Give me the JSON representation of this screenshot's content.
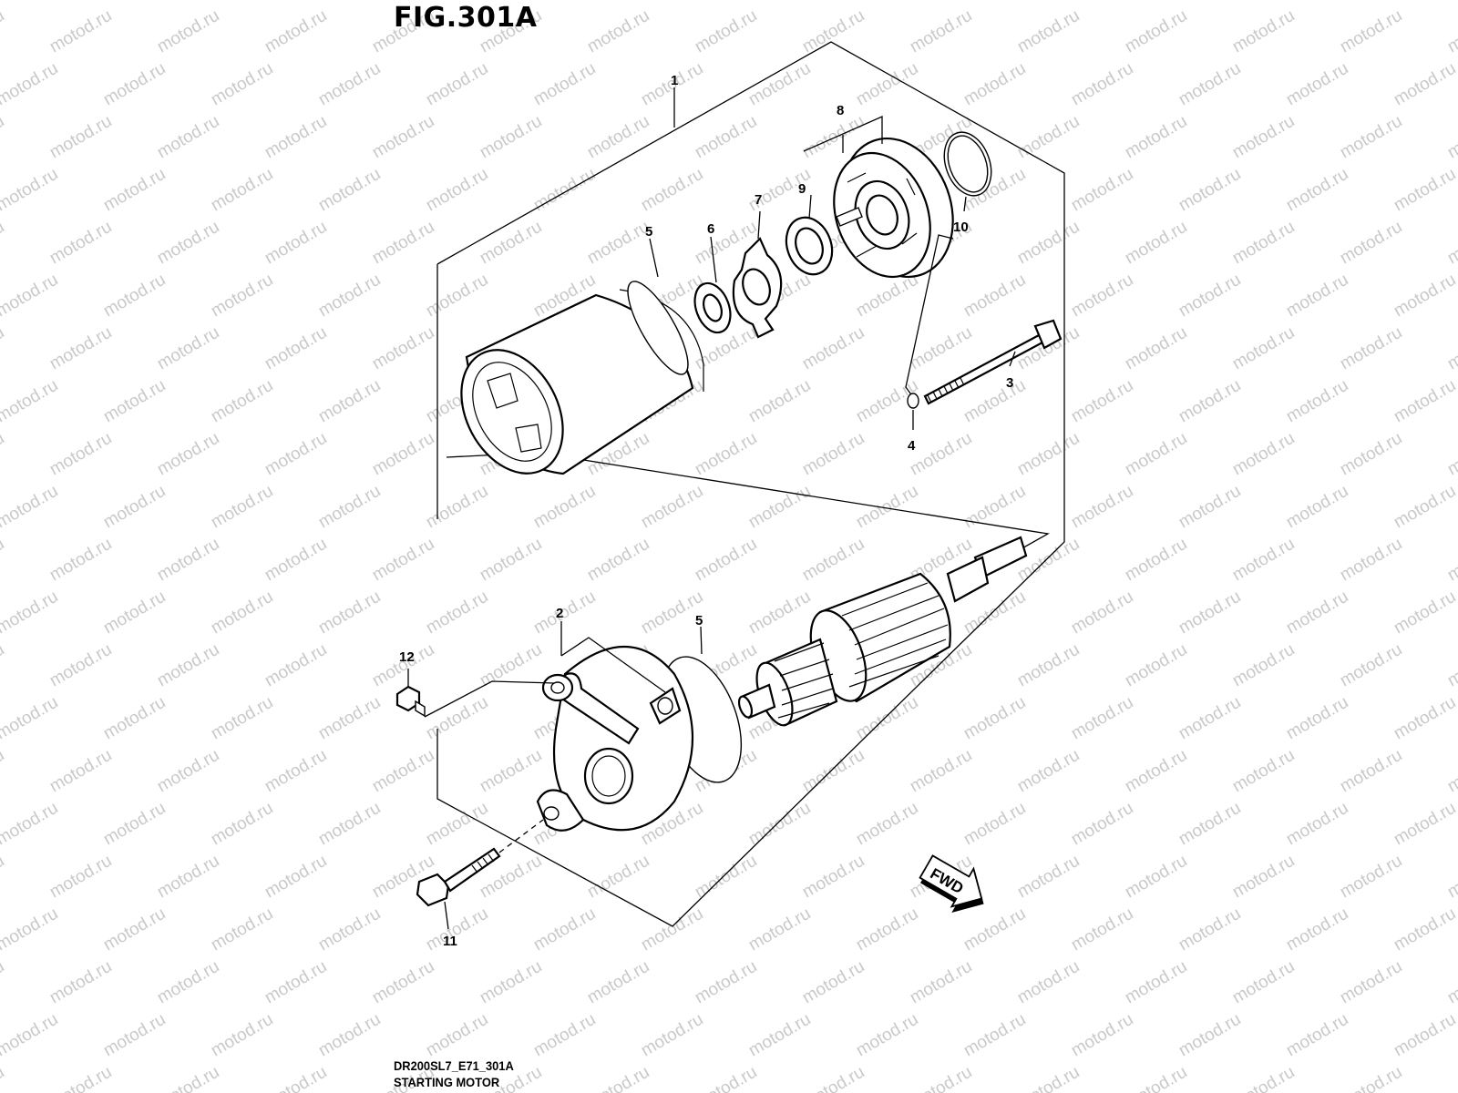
{
  "figure": {
    "title": "FIG.301A",
    "code": "DR200SL7_E71_301A",
    "name": "STARTING MOTOR"
  },
  "watermark": {
    "text": "motod.ru",
    "color": "#c9c9c9"
  },
  "fwd": {
    "label": "FWD"
  },
  "callouts": [
    "1",
    "2",
    "3",
    "4",
    "5",
    "5",
    "6",
    "7",
    "8",
    "9",
    "10",
    "11",
    "12"
  ]
}
